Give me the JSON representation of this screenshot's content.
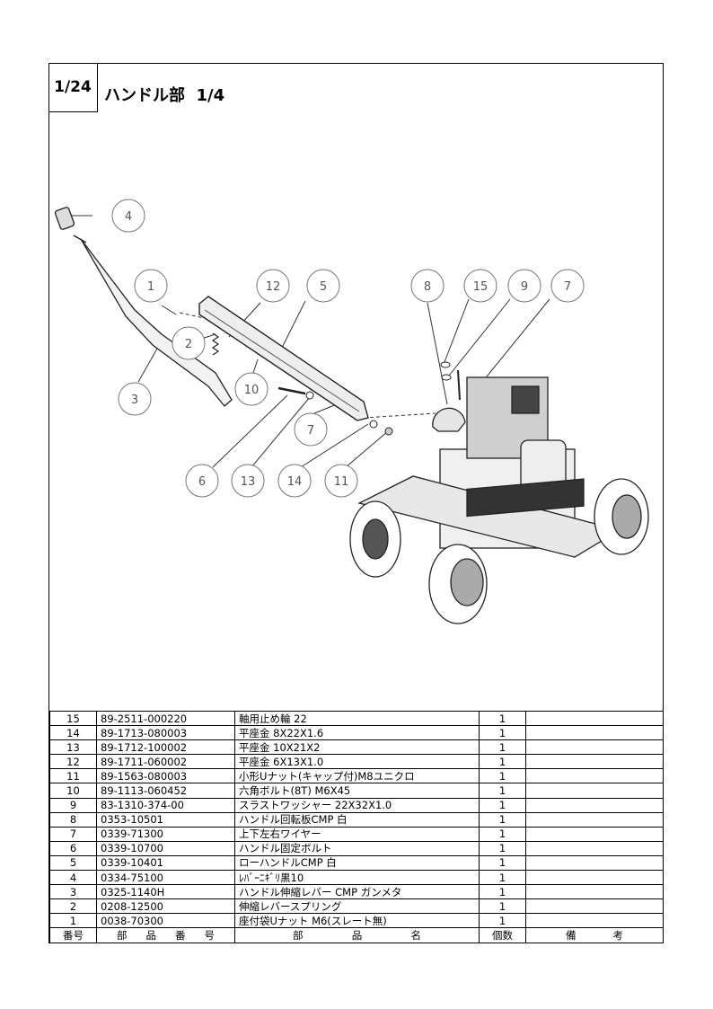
{
  "page": {
    "number": "1/24",
    "title": "ハンドル部  1/4"
  },
  "callouts": [
    "1",
    "2",
    "3",
    "4",
    "5",
    "6",
    "7",
    "8",
    "9",
    "10",
    "11",
    "12",
    "13",
    "14",
    "15"
  ],
  "table": {
    "headers": {
      "no": "番号",
      "part_no": [
        "部",
        "品",
        "番",
        "号"
      ],
      "name": [
        "部",
        "品",
        "名"
      ],
      "qty": "個数",
      "remarks": [
        "備",
        "考"
      ]
    },
    "rows": [
      {
        "no": "15",
        "part_no": "89-2511-000220",
        "name": "軸用止め輪  22",
        "qty": "1",
        "remarks": ""
      },
      {
        "no": "14",
        "part_no": "89-1713-080003",
        "name": "平座金  8X22X1.6",
        "qty": "1",
        "remarks": ""
      },
      {
        "no": "13",
        "part_no": "89-1712-100002",
        "name": "平座金  10X21X2",
        "qty": "1",
        "remarks": ""
      },
      {
        "no": "12",
        "part_no": "89-1711-060002",
        "name": "平座金  6X13X1.0",
        "qty": "1",
        "remarks": ""
      },
      {
        "no": "11",
        "part_no": "89-1563-080003",
        "name": "小形Uナット(キャップ付)M8ユニクロ",
        "qty": "1",
        "remarks": ""
      },
      {
        "no": "10",
        "part_no": "89-1113-060452",
        "name": "六角ボルト(8T)  M6X45",
        "qty": "1",
        "remarks": ""
      },
      {
        "no": "9",
        "part_no": "83-1310-374-00",
        "name": "スラストワッシャー 22X32X1.0",
        "qty": "1",
        "remarks": ""
      },
      {
        "no": "8",
        "part_no": "0353-10501",
        "name": "ハンドル回転板CMP  白",
        "qty": "1",
        "remarks": ""
      },
      {
        "no": "7",
        "part_no": "0339-71300",
        "name": "上下左右ワイヤー",
        "qty": "1",
        "remarks": ""
      },
      {
        "no": "6",
        "part_no": "0339-10700",
        "name": "ハンドル固定ボルト",
        "qty": "1",
        "remarks": ""
      },
      {
        "no": "5",
        "part_no": "0339-10401",
        "name": "ローハンドルCMP  白",
        "qty": "1",
        "remarks": ""
      },
      {
        "no": "4",
        "part_no": "0334-75100",
        "name": "ﾚﾊﾞｰﾆｷﾞﾘ黒10",
        "qty": "1",
        "remarks": ""
      },
      {
        "no": "3",
        "part_no": "0325-1140H",
        "name": "ハンドル伸縮レバー CMP  ガンメタ",
        "qty": "1",
        "remarks": ""
      },
      {
        "no": "2",
        "part_no": "0208-12500",
        "name": "伸縮レバースプリング",
        "qty": "1",
        "remarks": ""
      },
      {
        "no": "1",
        "part_no": "0038-70300",
        "name": "座付袋Uナット  M6(スレート無)",
        "qty": "1",
        "remarks": ""
      }
    ]
  }
}
